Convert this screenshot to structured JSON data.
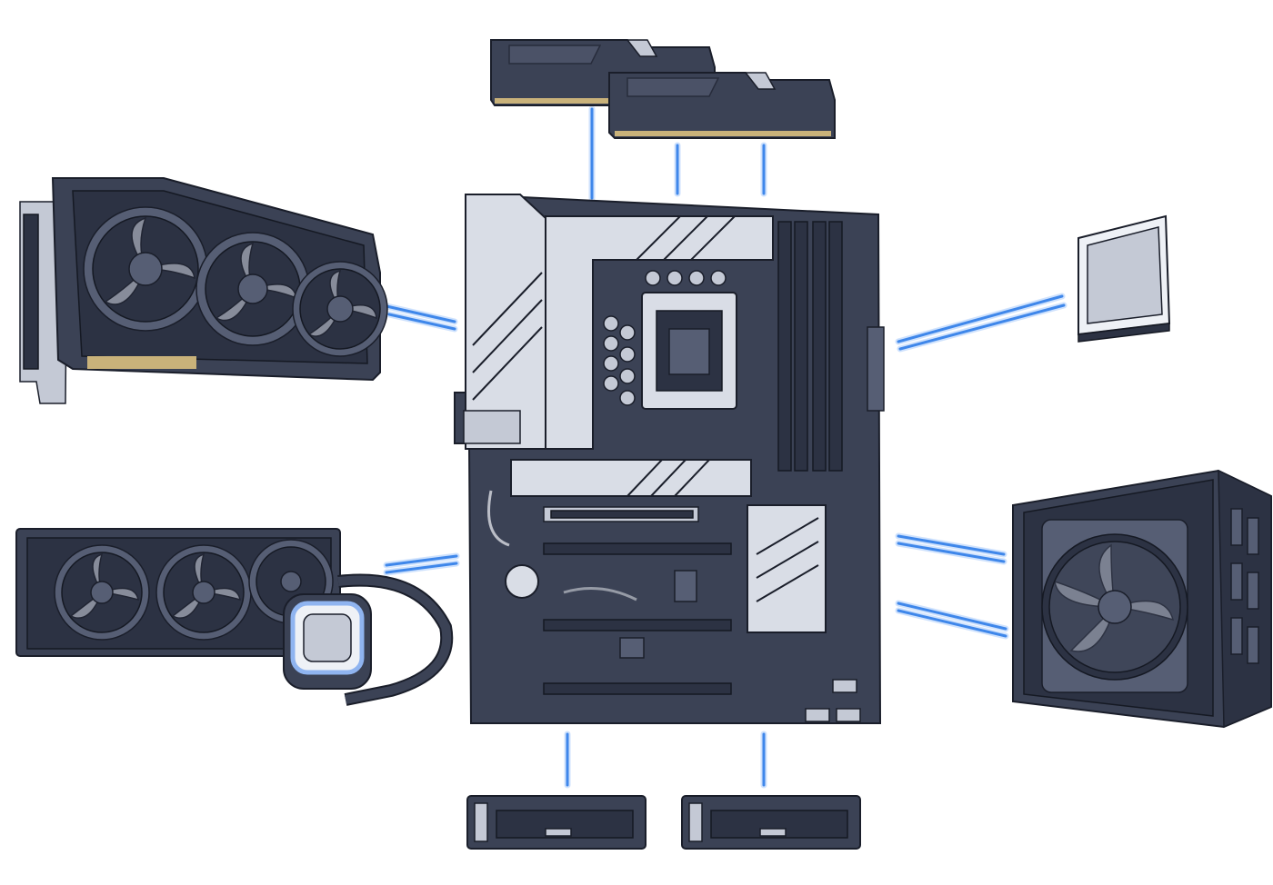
{
  "components": [
    {
      "id": "motherboard",
      "kind": "motherboard"
    },
    {
      "id": "ram",
      "kind": "memory",
      "count": 2
    },
    {
      "id": "gpu",
      "kind": "graphics-card"
    },
    {
      "id": "cooler",
      "kind": "liquid-cooler"
    },
    {
      "id": "cpu",
      "kind": "processor"
    },
    {
      "id": "psu",
      "kind": "power-supply"
    },
    {
      "id": "ssd",
      "kind": "m2-ssd",
      "count": 2
    }
  ],
  "colors": {
    "hardware_dark": "#3b4255",
    "hardware_light": "#d9dde6",
    "outline": "#1a1e2a",
    "connector_line": "#2f7de8"
  }
}
